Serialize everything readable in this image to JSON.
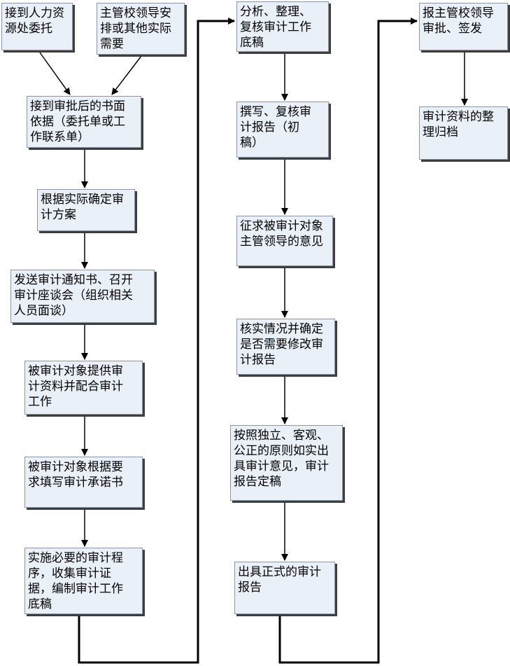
{
  "flowchart": {
    "nodes": {
      "n1": "接到人力资\n源处委托",
      "n2": "主管校领导安\n排或其他实际\n需要",
      "n3": "接到审批后的书面\n依据（委托单或工\n作联系单）",
      "n4": "根据实际确定审\n计方案",
      "n5": "发送审计通知书、召开\n审计座谈会（组织相关\n人员面谈）",
      "n6": "被审计对象提供审\n计资料并配合审计\n工作",
      "n7": "被审计对象根据要\n求填写审计承诺书",
      "n8": "实施必要的审计程\n序，收集审计证\n据，编制审计工作\n底稿",
      "n9": "分析、整理、\n复核审计工作\n底稿",
      "n10": "撰写、复核审\n计报告（初\n稿）",
      "n11": "征求被审计对象\n主管领导的意见",
      "n12": "核实情况并确定\n是否需要修改审\n计报告",
      "n13": "按照独立、客观、\n公正的原则如实出\n具审计意见，审计\n报告定稿",
      "n14": "出具正式的审计\n报告",
      "n15": "报主管校领导\n审批、签发",
      "n16": "审计资料的整\n理归档"
    }
  }
}
